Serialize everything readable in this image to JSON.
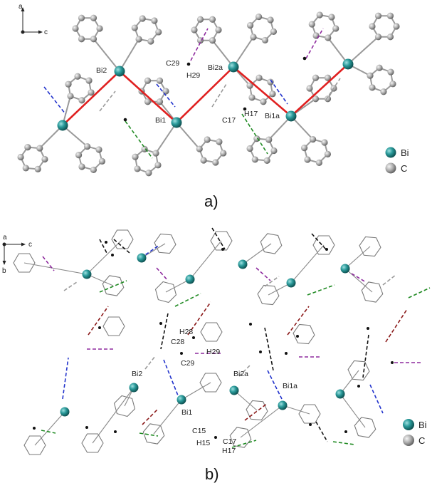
{
  "panels": [
    {
      "id": "a",
      "label": "a)",
      "axes": {
        "vertical": "a",
        "horizontal": "c"
      },
      "atom_labels": [
        "Bi2",
        "C29",
        "H29",
        "Bi2a",
        "Bi1",
        "C17",
        "H17",
        "Bi1a"
      ]
    },
    {
      "id": "b",
      "label": "b)",
      "axes": {
        "out_of_plane": "a",
        "vertical": "b",
        "horizontal": "c"
      },
      "atom_labels": [
        "H28",
        "C28",
        "H29",
        "C29",
        "Bi2",
        "Bi2a",
        "Bi1a",
        "Bi1",
        "C15",
        "H15",
        "C17",
        "H17"
      ]
    }
  ],
  "legends": [
    {
      "items": [
        {
          "symbol": "Bi",
          "color": "#1f8a8a"
        },
        {
          "symbol": "C",
          "color": "#a8a8a8"
        }
      ]
    },
    {
      "items": [
        {
          "symbol": "Bi",
          "color": "#1f8a8a"
        },
        {
          "symbol": "C",
          "color": "#a8a8a8"
        }
      ]
    }
  ],
  "colors": {
    "bismuth": "#1f8a8a",
    "carbon": "#a8a8a8",
    "bond": "#9a9a9a",
    "bi_bi_chain": "#e02020",
    "contact_blue": "#2233cc",
    "contact_purple": "#8e2a9e",
    "contact_green": "#1f8a22",
    "contact_gray": "#9a9a9a",
    "contact_darkred": "#8b1a1a",
    "contact_black": "#111111"
  }
}
